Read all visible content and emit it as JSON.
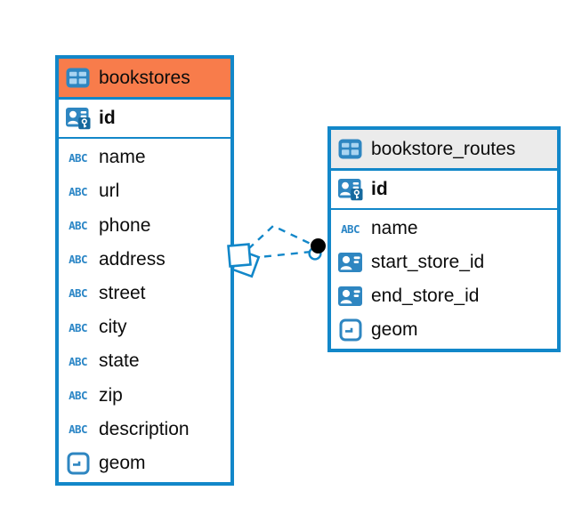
{
  "canvas": {
    "background": "#ffffff",
    "accent_color": "#1287c9",
    "icon_blue": "#2e86c1",
    "key_badge_blue": "#16699e"
  },
  "tables": [
    {
      "name": "bookstores",
      "header_bg": "#f87c4b",
      "header_icon": "table-icon",
      "primary_keys": [
        {
          "name": "id",
          "icon": "id-key-icon"
        }
      ],
      "columns": [
        {
          "name": "name",
          "icon": "text-icon"
        },
        {
          "name": "url",
          "icon": "text-icon"
        },
        {
          "name": "phone",
          "icon": "text-icon"
        },
        {
          "name": "address",
          "icon": "text-icon"
        },
        {
          "name": "street",
          "icon": "text-icon"
        },
        {
          "name": "city",
          "icon": "text-icon"
        },
        {
          "name": "state",
          "icon": "text-icon"
        },
        {
          "name": "zip",
          "icon": "text-icon"
        },
        {
          "name": "description",
          "icon": "text-icon"
        },
        {
          "name": "geom",
          "icon": "geometry-icon"
        }
      ]
    },
    {
      "name": "bookstore_routes",
      "header_bg": "#ebebeb",
      "header_icon": "table-icon",
      "primary_keys": [
        {
          "name": "id",
          "icon": "id-key-icon"
        }
      ],
      "columns": [
        {
          "name": "name",
          "icon": "text-icon"
        },
        {
          "name": "start_store_id",
          "icon": "reference-icon"
        },
        {
          "name": "end_store_id",
          "icon": "reference-icon"
        },
        {
          "name": "geom",
          "icon": "geometry-icon"
        }
      ]
    }
  ],
  "relationship": {
    "from_table": "bookstores",
    "to_table": "bookstore_routes",
    "line_style": "dashed",
    "line_color": "#1287c9",
    "source_marker": "stacked-squares",
    "target_marker": "dot"
  }
}
